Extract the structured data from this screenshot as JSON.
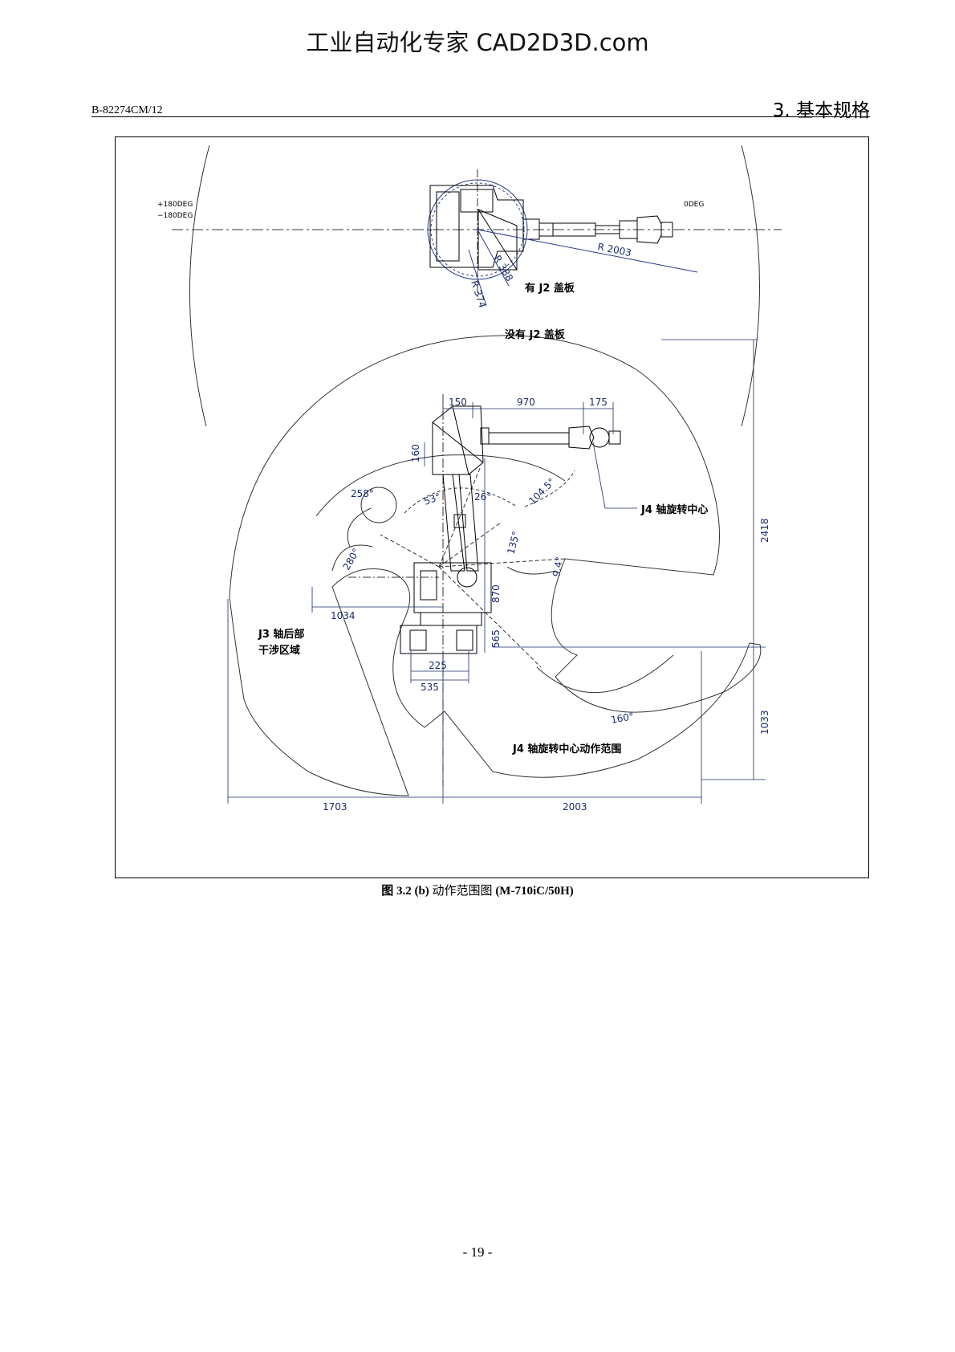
{
  "watermark": "工业自动化专家 CAD2D3D.com",
  "header": {
    "doc_code": "B-82274CM/12",
    "section": "3. 基本规格"
  },
  "figure": {
    "top_view": {
      "plus_deg": "+180DEG",
      "minus_deg": "−180DEG",
      "zero_deg": "0DEG",
      "r_reach": "R 2003",
      "r_388": "R 388",
      "r_374": "R 374",
      "with_cover": "有 J2 盖板",
      "without_cover": "没有 J2 盖板"
    },
    "side_view": {
      "dim_150": "150",
      "dim_970": "970",
      "dim_175": "175",
      "dim_160": "160",
      "dim_870": "870",
      "dim_565": "565",
      "dim_1034": "1034",
      "dim_225": "225",
      "dim_535": "535",
      "dim_2418": "2418",
      "dim_1033": "1033",
      "dim_1703": "1703",
      "dim_2003": "2003",
      "ang_258": "258°",
      "ang_53": "53°",
      "ang_26": "26°",
      "ang_104": "104.5°",
      "ang_280": "280°",
      "ang_135": "135°",
      "ang_94": "9.4°",
      "ang_160": "160°",
      "j4_center": "J4 轴旋转中心",
      "j3_interference_1": "J3 轴后部",
      "j3_interference_2": "干涉区域",
      "j4_range": "J4 轴旋转中心动作范围"
    }
  },
  "caption": {
    "label": "图 3.2 (b)",
    "title": "动作范围图",
    "model": "(M-710iC/50H)"
  },
  "page_number": "- 19 -"
}
